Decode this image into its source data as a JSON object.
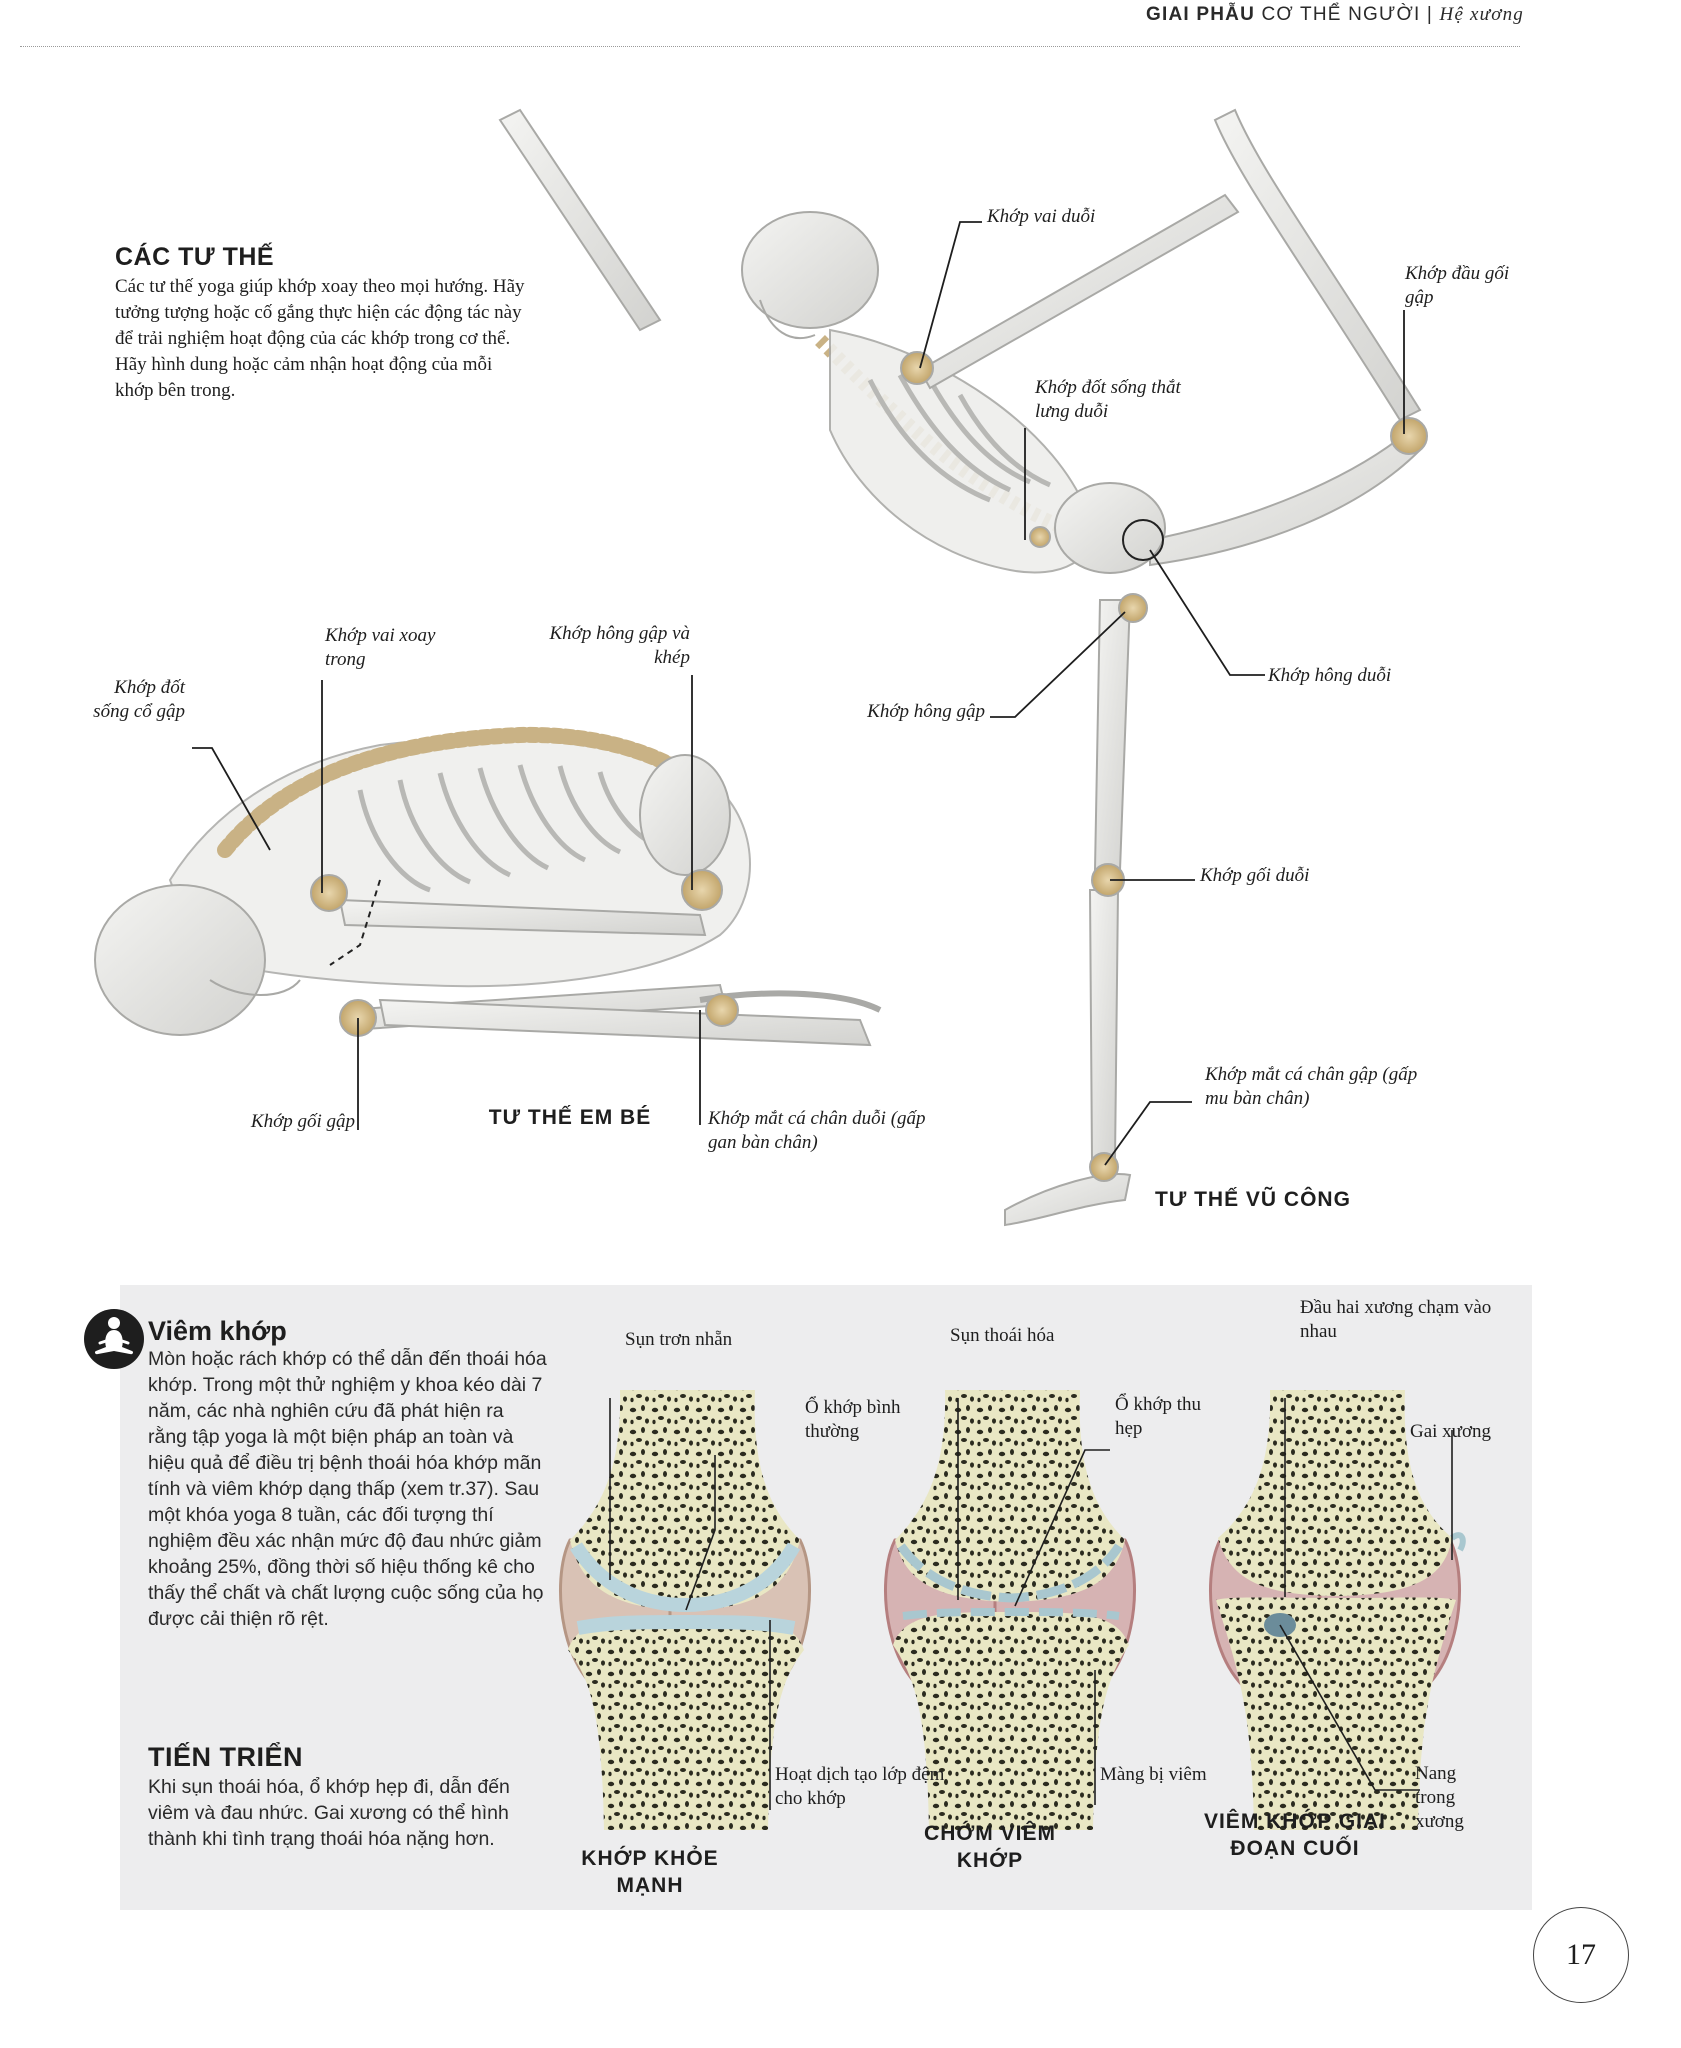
{
  "header": {
    "part1": "GIAI PHẪU",
    "part2": "CƠ THỂ NGƯỜI",
    "part3": "Hệ xương"
  },
  "postures": {
    "title": "CÁC TƯ THẾ",
    "body": "Các tư thế yoga giúp khớp xoay theo mọi hướng. Hãy tưởng tượng hoặc cố gắng thực hiện các động tác này để trải nghiệm hoạt động của các khớp trong cơ thể. Hãy hình dung hoặc cảm nhận hoạt động của mỗi khớp bên trong."
  },
  "child_pose": {
    "caption": "TƯ THẾ EM BÉ",
    "labels": {
      "neck": "Khớp đốt sống cổ gập",
      "shoulder": "Khớp vai xoay trong",
      "hip": "Khớp hông gập và khép",
      "knee": "Khớp gối gập",
      "ankle": "Khớp mắt cá chân duỗi (gấp gan bàn chân)"
    }
  },
  "dancer_pose": {
    "caption": "TƯ THẾ VŨ CÔNG",
    "labels": {
      "shoulder": "Khớp vai duỗi",
      "lift_knee": "Khớp đầu gối gập",
      "lumbar": "Khớp đốt sống thắt lưng duỗi",
      "hip_ext": "Khớp hông duỗi",
      "hip_flex": "Khớp hông gập",
      "knee_ext": "Khớp gối duỗi",
      "ankle": "Khớp mắt cá chân gập (gấp mu bàn chân)"
    }
  },
  "arthritis": {
    "title": "Viêm khớp",
    "body": "Mòn hoặc rách khớp có thể dẫn đến thoái hóa khớp. Trong một thử nghiệm y khoa kéo dài 7 năm, các nhà nghiên cứu đã phát hiện ra rằng tập yoga là một biện pháp an toàn và hiệu quả để điều trị bệnh thoái hóa khớp mãn tính và viêm khớp dạng thấp (xem tr.37). Sau một khóa yoga 8 tuần, các đối tượng thí nghiệm đều xác nhận mức độ đau nhức giảm khoảng 25%, đồng thời số hiệu thống kê cho thấy thể chất và chất lượng cuộc sống của họ được cải thiện rõ rệt.",
    "progress_title": "TIẾN TRIỂN",
    "progress_body": "Khi sụn thoái hóa, ổ khớp hẹp đi, dẫn đến viêm và đau nhức. Gai xương có thể hình thành khi tình trạng thoái hóa nặng hơn.",
    "labels": {
      "smooth_cartilage": "Sụn trơn nhẵn",
      "normal_space": "Ổ khớp bình thường",
      "synovial": "Hoạt dịch tạo lớp đệm cho khớp",
      "degen_cartilage": "Sụn thoái hóa",
      "narrow_space": "Ổ khớp thu hẹp",
      "inflamed": "Màng bị viêm",
      "bones_touch": "Đầu hai xương chạm vào nhau",
      "spur": "Gai xương",
      "cyst": "Nang trong xương"
    },
    "captions": {
      "healthy": "KHỚP KHỎE MẠNH",
      "early": "CHỚM VIÊM KHỚP",
      "late": "VIÊM KHỚP GIAI ĐOẠN CUỐI"
    }
  },
  "page_number": "17"
}
